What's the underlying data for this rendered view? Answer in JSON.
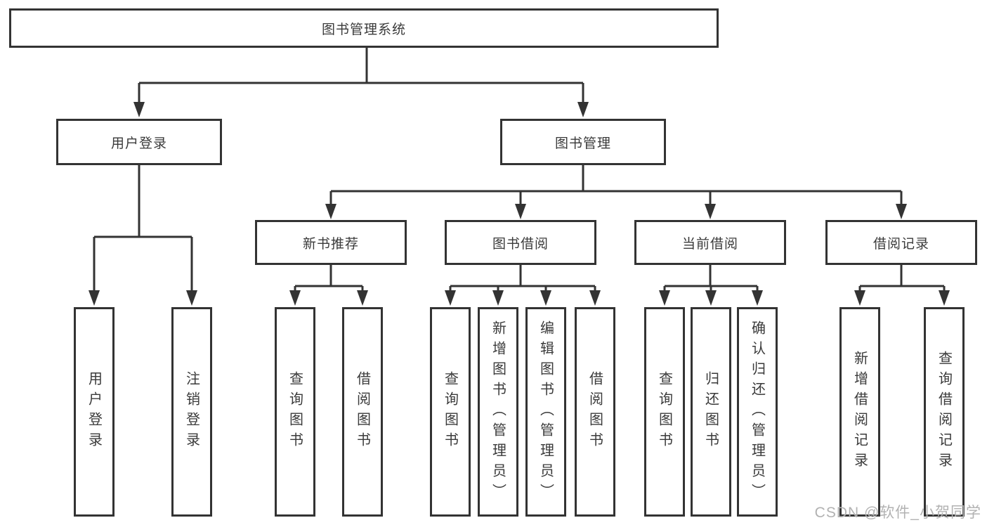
{
  "diagram_type": "hierarchy-tree",
  "tree": {
    "root": {
      "label": "图书管理系统",
      "children": [
        {
          "label": "用户登录",
          "children": [
            {
              "label": "用户登录"
            },
            {
              "label": "注销登录"
            }
          ]
        },
        {
          "label": "图书管理",
          "children": [
            {
              "label": "新书推荐",
              "children": [
                {
                  "label": "查询图书"
                },
                {
                  "label": "借阅图书"
                }
              ]
            },
            {
              "label": "图书借阅",
              "children": [
                {
                  "label": "查询图书"
                },
                {
                  "label": "新增图书（管理员）"
                },
                {
                  "label": "编辑图书（管理员）"
                },
                {
                  "label": "借阅图书"
                }
              ]
            },
            {
              "label": "当前借阅",
              "children": [
                {
                  "label": "查询图书"
                },
                {
                  "label": "归还图书"
                },
                {
                  "label": "确认归还（管理员）"
                }
              ]
            },
            {
              "label": "借阅记录",
              "children": [
                {
                  "label": "新增借阅记录"
                },
                {
                  "label": "查询借阅记录"
                }
              ]
            }
          ]
        }
      ]
    }
  },
  "watermark": {
    "text": "CSDN @软件_小贺同学"
  },
  "colors": {
    "line": "#333333",
    "box_border": "#333333",
    "text": "#3a3a3a",
    "watermark": "#b2b2b2",
    "background": "#ffffff"
  }
}
